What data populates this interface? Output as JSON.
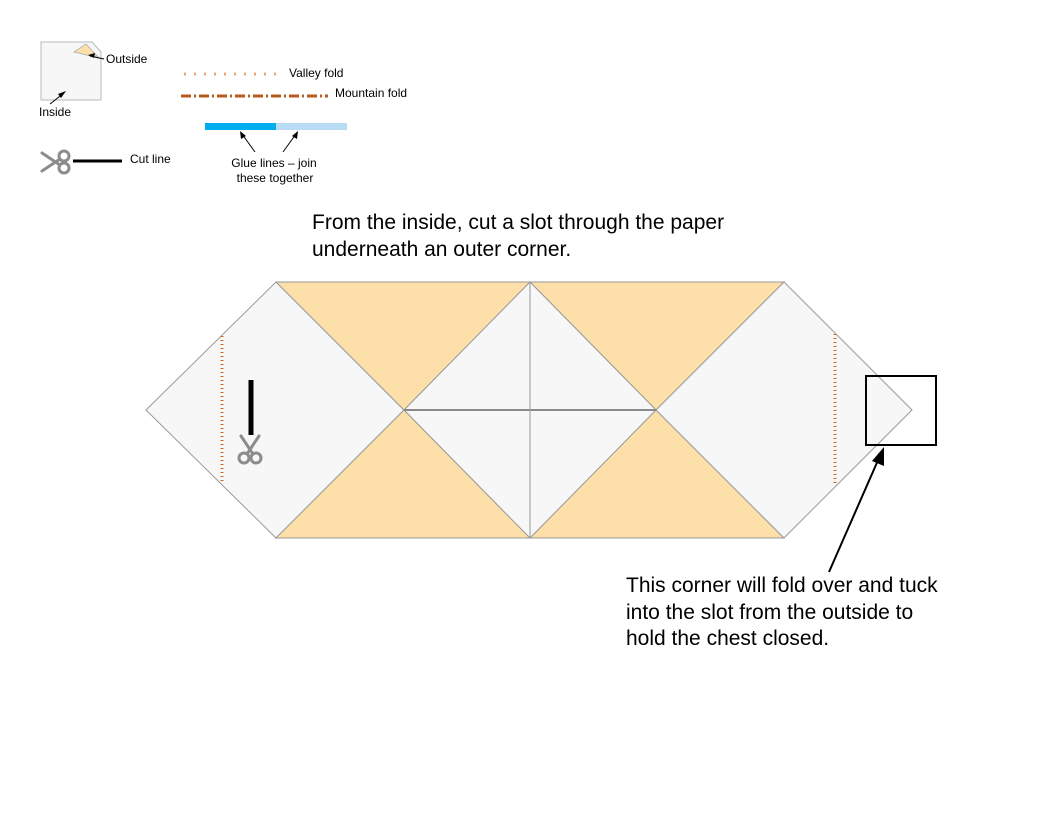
{
  "legend": {
    "outside_label": "Outside",
    "inside_label": "Inside",
    "valley_fold_label": "Valley fold",
    "mountain_fold_label": "Mountain fold",
    "cut_line_label": "Cut line",
    "glue_lines_label_line1": "Glue lines – join",
    "glue_lines_label_line2": "these together",
    "scissors_icon": "scissors-icon"
  },
  "instructions": {
    "top_line1": "From the inside, cut a slot through the paper",
    "top_line2": "underneath an outer corner.",
    "bottom_line1": "This corner will fold over and tuck",
    "bottom_line2": "into the slot from the outside to",
    "bottom_line3": "hold the chest closed."
  },
  "colors": {
    "inside_fill": "#f7f7f7",
    "outside_fill": "#fde0a9",
    "edge_stroke": "#9a9a9a",
    "valley_fold": "#e8a878",
    "mountain_fold": "#b85a1e",
    "glue_dark": "#00aeef",
    "glue_light": "#b8dcf4",
    "cut_line": "#000000",
    "scissors": "#8c8c8c"
  }
}
